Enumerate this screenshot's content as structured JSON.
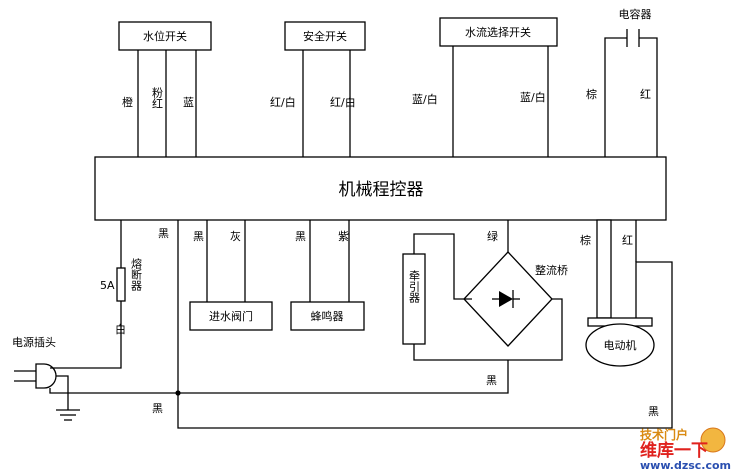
{
  "boxes": {
    "water_level_switch": "水位开关",
    "safety_switch": "安全开关",
    "flow_select_switch": "水流选择开关",
    "capacitor": "电容器",
    "controller": "机械程控器",
    "inlet_valve": "进水阀门",
    "buzzer": "蜂鸣器",
    "traction": "牵引器",
    "rectifier": "整流桥",
    "motor": "电动机",
    "fuse": "熔断器",
    "power_plug": "电源插头"
  },
  "wires": {
    "orange": "橙",
    "pink_red": "粉红",
    "blue_1": "蓝",
    "red_white_1": "红/白",
    "red_white_2": "红/白",
    "blue_white_1": "蓝/白",
    "blue_white_2": "蓝/白",
    "brown_1": "棕",
    "red_1": "红",
    "black_1": "黑",
    "black_2": "黑",
    "gray": "灰",
    "black_3": "黑",
    "purple": "紫",
    "green": "绿",
    "brown_2": "棕",
    "red_2": "红",
    "white": "白",
    "black_4": "黑",
    "black_5": "黑",
    "black_6": "黑",
    "fuse_rating": "5A"
  },
  "watermark": {
    "brand": "维库一下",
    "top": "技术门户",
    "url": "www.dzsc.com"
  }
}
